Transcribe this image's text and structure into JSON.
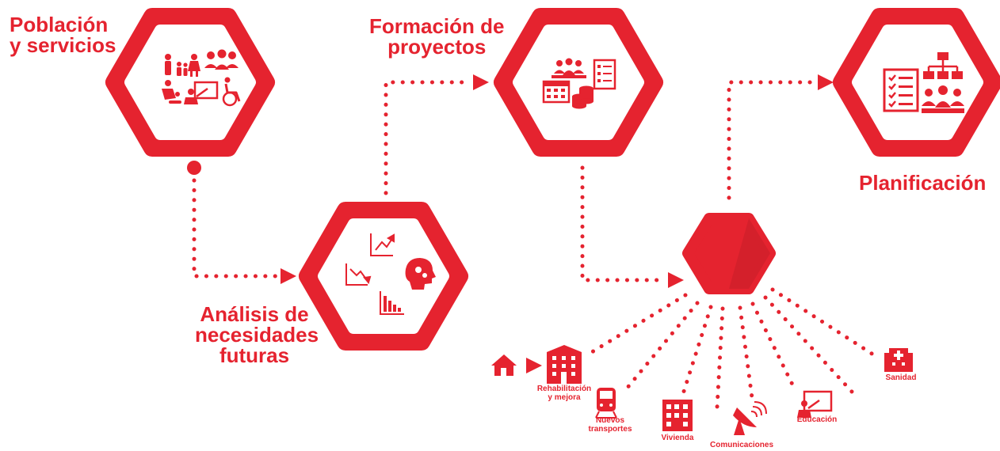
{
  "stages": {
    "poblacion": {
      "line1": "Población",
      "line2": "y servicios"
    },
    "formacion": {
      "line1": "Formación de",
      "line2": "proyectos"
    },
    "analisis": {
      "line1": "Análisis de",
      "line2": "necesidades",
      "line3": "futuras"
    },
    "planificacion": {
      "line1": "Planificación"
    }
  },
  "outcomes": {
    "rehabilitacion": {
      "line1": "Rehabilitación",
      "line2": "y mejora"
    },
    "transportes": {
      "line1": "Nuevos",
      "line2": "transportes"
    },
    "vivienda": "Vivienda",
    "comunicaciones": "Comunicaciones",
    "educacion": "Educación",
    "sanidad": "Sanidad"
  },
  "colors": {
    "accent": "#e5232f",
    "accent_dark": "#c81e2a",
    "shadow": "#b01a25",
    "white": "#ffffff"
  },
  "icons": [
    "family-icon",
    "group-icon",
    "childcare-icon",
    "teacher-icon",
    "wheelchair-icon",
    "team-icon",
    "checklist-icon",
    "calendar-icon",
    "coins-icon",
    "trend-up-icon",
    "trend-down-icon",
    "brain-gears-icon",
    "bar-decline-icon",
    "clipboard-checklist-icon",
    "org-chart-icon",
    "audience-icon",
    "house-icon",
    "building-icon",
    "train-icon",
    "apartment-icon",
    "satellite-dish-icon",
    "blackboard-icon",
    "hospital-icon"
  ]
}
